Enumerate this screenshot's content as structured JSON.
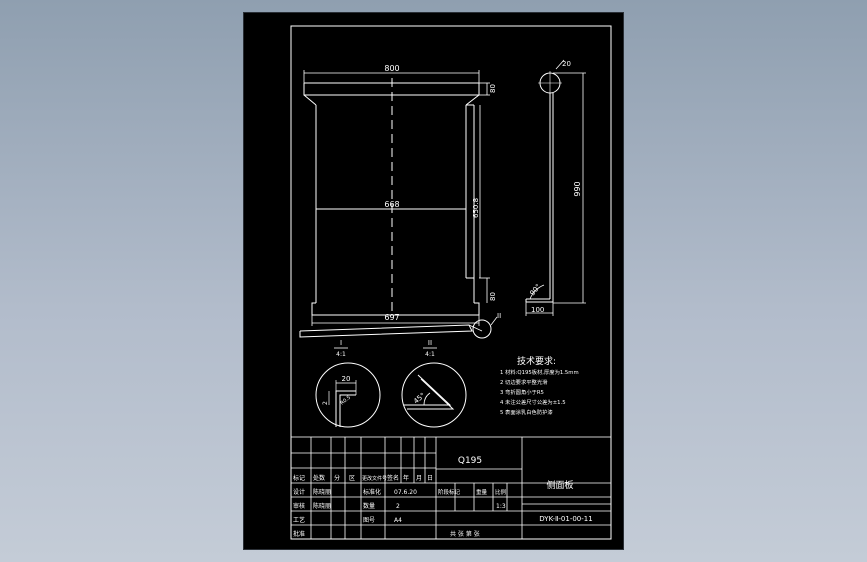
{
  "colors": {
    "background": "#000000",
    "line": "#ffffff",
    "viewport": "#a9b4c2"
  },
  "front_view": {
    "dim_top_width": "800",
    "dim_inner_width": "668",
    "dim_bottom_width": "697",
    "dim_top_flange": "80",
    "dim_inner_height": "650.8",
    "dim_bottom_flange": "80"
  },
  "side_view": {
    "dim_hole": "20",
    "dim_height": "990",
    "dim_angle": "90°",
    "dim_base": "100"
  },
  "detail_markers": {
    "roman_two": "II"
  },
  "detail_1": {
    "label": "I",
    "scale": "4:1",
    "dim_20": "20",
    "dim_2": "2",
    "dim_r": "R0.5"
  },
  "detail_2": {
    "label": "II",
    "scale": "4:1",
    "dim_angle": "45°"
  },
  "tech_req": {
    "title": "技术要求:",
    "items": [
      "1  材料:Q195板材,厚度为1.5mm",
      "2  切边要求平整光滑",
      "3  弯折圆角小于R5",
      "4  未注公差尺寸公差为±1.5",
      "5  表面涂乳白色防护漆"
    ]
  },
  "title_block": {
    "material": "Q195",
    "part_name": "侧面板",
    "drawing_no": "DYK-Ⅱ-01-00-11",
    "header_row": [
      "标记",
      "处数",
      "分",
      "区",
      "更改文件号",
      "签名",
      "年",
      "月",
      "日"
    ],
    "design": "设计",
    "design_name": "陈晓丽",
    "standard": "标准化",
    "date": "07.6.20",
    "stage_label": "阶段标记",
    "weight_label": "重量",
    "scale_label": "比例",
    "scale_value": "1:3",
    "check": "审核",
    "check_name": "陈晓丽",
    "qty_label": "数量",
    "qty_value": "2",
    "process": "工艺",
    "approve": "批准",
    "sheet_size_label": "图号",
    "sheet_size_value": "A4",
    "sheets_label": "共 张 第 张"
  }
}
